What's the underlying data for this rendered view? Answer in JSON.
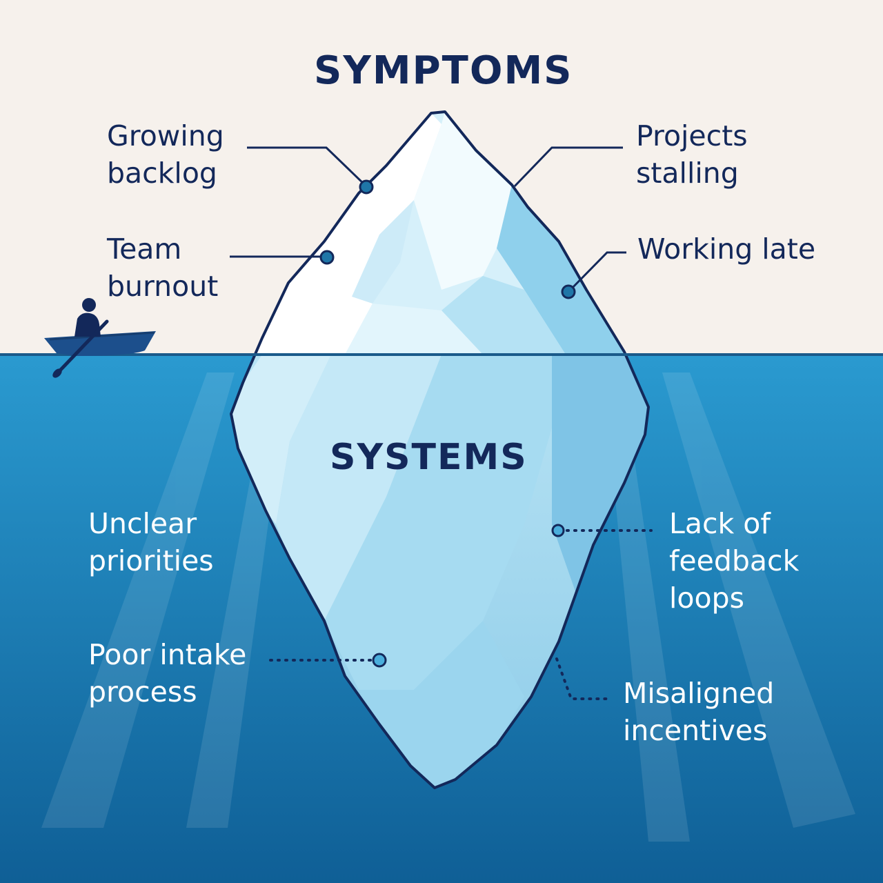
{
  "headings": {
    "top": "SYMPTOMS",
    "bottom": "SYSTEMS"
  },
  "symptoms": {
    "growing_backlog": [
      "Growing",
      "backlog"
    ],
    "team_burnout": [
      "Team",
      "burnout"
    ],
    "projects_stalling": [
      "Projects",
      "stalling"
    ],
    "working_late": [
      "Working late"
    ]
  },
  "systems": {
    "unclear_priorities": [
      "Unclear",
      "priorities"
    ],
    "poor_intake_process": [
      "Poor intake",
      "process"
    ],
    "lack_of_feedback_loops": [
      "Lack of",
      "feedback",
      "loops"
    ],
    "misaligned_incentives": [
      "Misaligned",
      "incentives"
    ]
  },
  "colors": {
    "sky": "#f6f1ec",
    "water_top": "#2a9ad0",
    "water_bottom": "#0f5f96",
    "ink": "#13285a",
    "ice_light": "#ffffff",
    "ice_mid": "#bfe6f6",
    "ice_shadow": "#8fd0ec",
    "below_text": "#ffffff"
  },
  "icons": [
    "iceberg-icon",
    "rowboat-icon",
    "rower-icon"
  ]
}
